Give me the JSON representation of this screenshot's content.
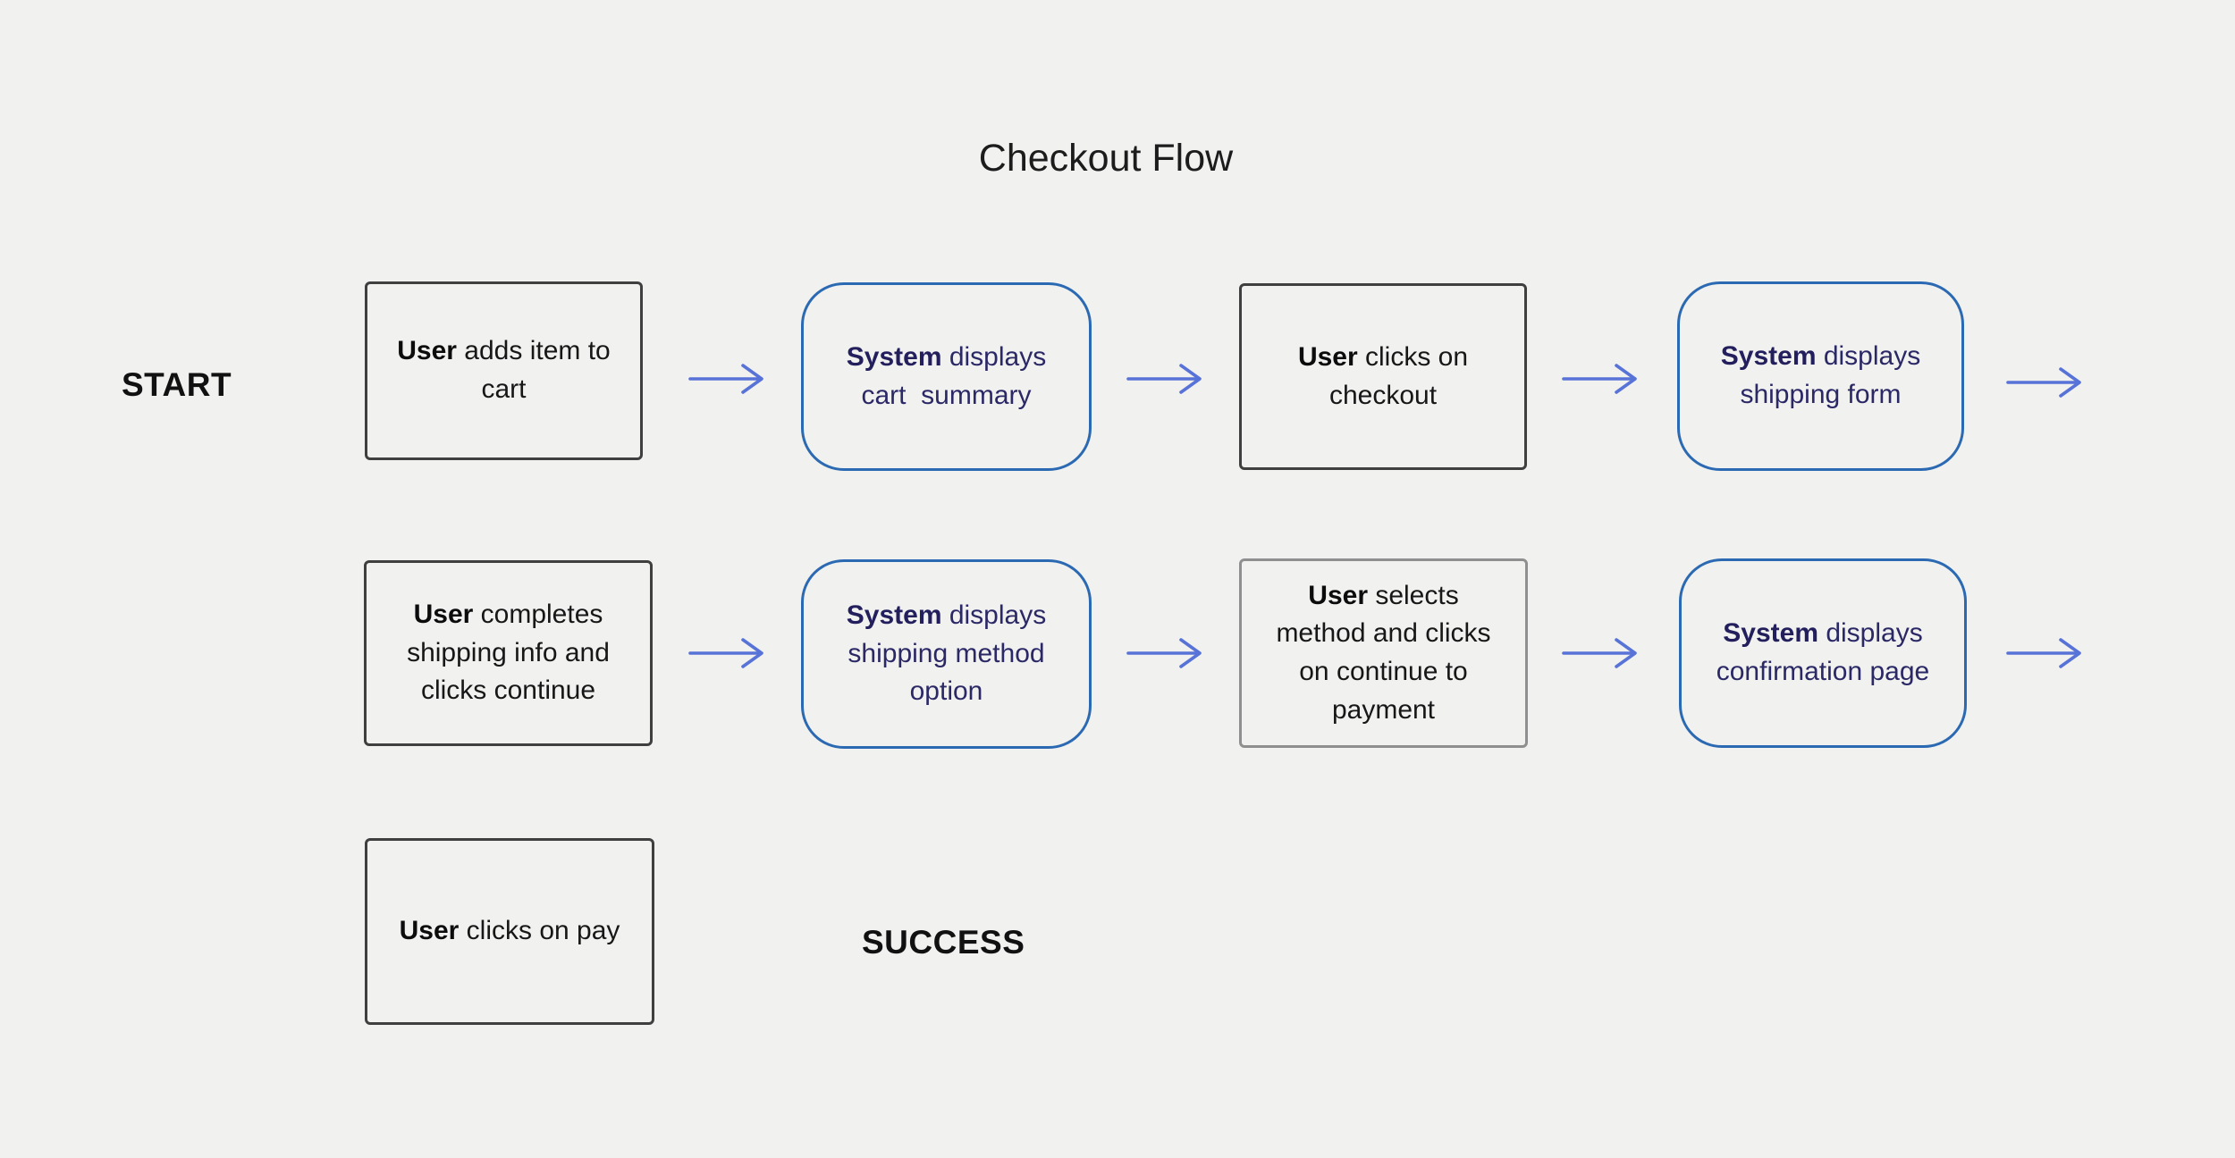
{
  "title": "Checkout Flow",
  "labels": {
    "start": "START",
    "success": "SUCCESS"
  },
  "nodes": [
    {
      "actor": "User",
      "text": " adds item to cart",
      "kind": "user-action"
    },
    {
      "actor": "System",
      "text": " displays cart  summary",
      "kind": "system-response"
    },
    {
      "actor": "User",
      "text": " clicks on checkout",
      "kind": "user-action"
    },
    {
      "actor": "System",
      "text": " displays shipping form",
      "kind": "system-response"
    },
    {
      "actor": "User",
      "text": " completes shipping info and clicks continue",
      "kind": "user-action"
    },
    {
      "actor": "System",
      "text": " displays shipping method option",
      "kind": "system-response"
    },
    {
      "actor": "User",
      "text": " selects method and clicks on continue to payment",
      "kind": "user-action"
    },
    {
      "actor": "System",
      "text": " displays confirmation page",
      "kind": "system-response"
    },
    {
      "actor": "User",
      "text": " clicks on pay",
      "kind": "user-action"
    }
  ],
  "arrows": {
    "style": "right-chevron",
    "count": 8,
    "color": "#5873d7"
  },
  "colors": {
    "background": "#f1f1f0",
    "user_box_border": "#3f3f3f",
    "user_box_border_light": "#8f8f8f",
    "user_text": "#171717",
    "system_box_border": "#2b6ab2",
    "system_text": "#2b2866",
    "arrow": "#5873d7",
    "title_text": "#1c1c1c"
  }
}
